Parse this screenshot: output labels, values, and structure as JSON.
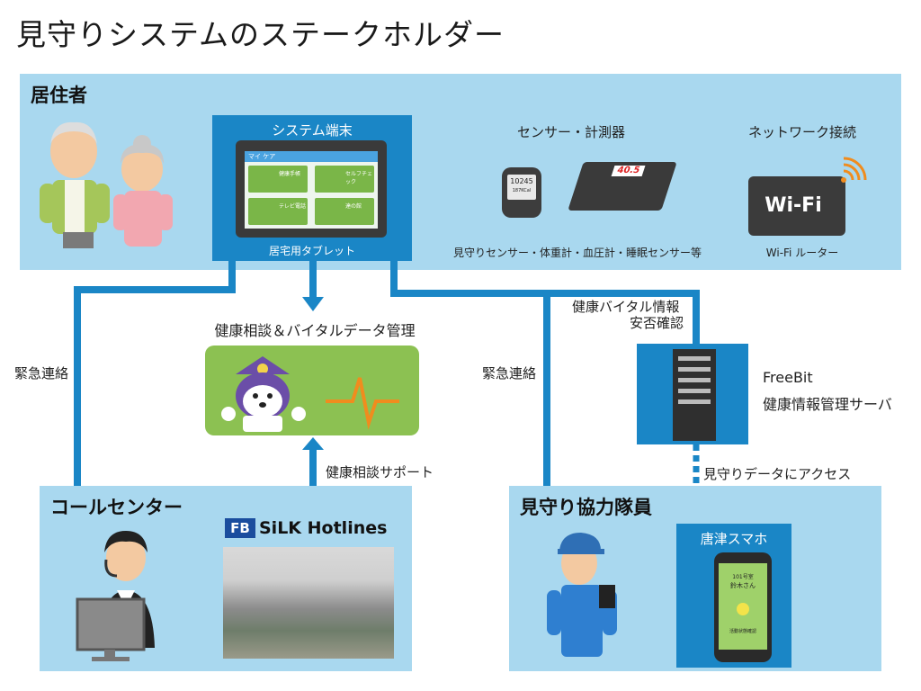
{
  "page": {
    "title": "見守りシステムのステークホルダー"
  },
  "residents": {
    "title": "居住者",
    "terminal": {
      "title": "システム端末",
      "caption": "居宅用タブレット"
    },
    "tablet_ui": {
      "header": "マイ ケア",
      "tiles": [
        "健康手帳",
        "セルフチェック",
        "テレビ電話",
        "達の館"
      ]
    },
    "sensors": {
      "title": "センサー・計測器",
      "caption": "見守りセンサー・体重計・血圧計・睡眠センサー等",
      "pedometer_value": "10245",
      "pedometer_unit": "187KCal",
      "scale_value": "40.5"
    },
    "network": {
      "title": "ネットワーク接続",
      "caption": "Wi-Fi ルーター",
      "router_label": "Wi-Fi"
    }
  },
  "health_mgmt": {
    "title": "健康相談＆バイタルデータ管理"
  },
  "links": {
    "emergency_left": "緊急連絡",
    "emergency_mid": "緊急連絡",
    "vital_info_1": "健康バイタル情報",
    "vital_info_2": "安否確認",
    "health_support": "健康相談サポート",
    "data_access": "見守りデータにアクセス"
  },
  "server": {
    "line1": "FreeBit",
    "line2": "健康情報管理サーバ"
  },
  "call_center": {
    "title": "コールセンター",
    "brand": "SiLK Hotlines",
    "brand_mark": "FB"
  },
  "watchers": {
    "title": "見守り協力隊員",
    "phone": {
      "title": "唐津スマホ",
      "room": "101号室",
      "name": "鈴木さん",
      "status": "活動状態確認"
    }
  },
  "colors": {
    "panel": "#a9d8ef",
    "accent": "#1a86c6",
    "green": "#8cc152",
    "orange": "#f08c1e"
  }
}
